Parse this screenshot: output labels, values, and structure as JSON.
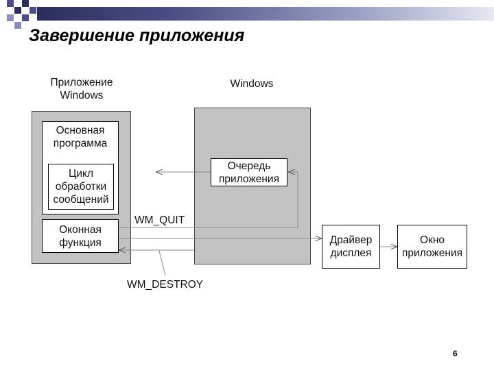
{
  "slide": {
    "title": "Завершение приложения",
    "page_number": "6"
  },
  "diagram": {
    "app_label_line1": "Приложение",
    "app_label_line2": "Windows",
    "windows_label": "Windows",
    "main_program_line1": "Основная",
    "main_program_line2": "программа",
    "loop_line1": "Цикл",
    "loop_line2": "обработки",
    "loop_line3": "сообщений",
    "window_func_line1": "Оконная",
    "window_func_line2": "функция",
    "queue_line1": "Очередь",
    "queue_line2": "приложения",
    "driver_line1": "Драйвер",
    "driver_line2": "дисплея",
    "window_line1": "Окно",
    "window_line2": "приложения",
    "wm_quit": "WM_QUIT",
    "wm_destroy": "WM_DESTROY"
  },
  "colors": {
    "block_fill": "#c2c2c2",
    "line": "#888888",
    "header_band": "#2b2e5c"
  }
}
